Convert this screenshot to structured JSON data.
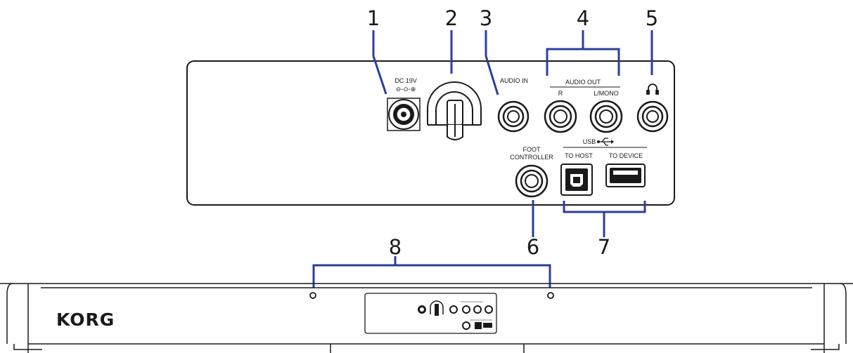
{
  "callouts": [
    "1",
    "2",
    "3",
    "4",
    "5",
    "6",
    "7",
    "8"
  ],
  "panel_labels": {
    "dc": "DC 19V",
    "dc_polarity": "⊖-⊙-⊕",
    "audio_in": "AUDIO IN",
    "audio_out": "AUDIO OUT",
    "out_r": "R",
    "out_lmono": "L/MONO",
    "headphones_symbol": "🎧",
    "foot_controller_line1": "FOOT",
    "foot_controller_line2": "CONTROLLER",
    "usb": "USB",
    "to_host": "TO HOST",
    "to_device": "TO DEVICE"
  },
  "brand": "KORG",
  "colors": {
    "callout_line": "#2a3f9a",
    "ink": "#1a1a1a"
  }
}
